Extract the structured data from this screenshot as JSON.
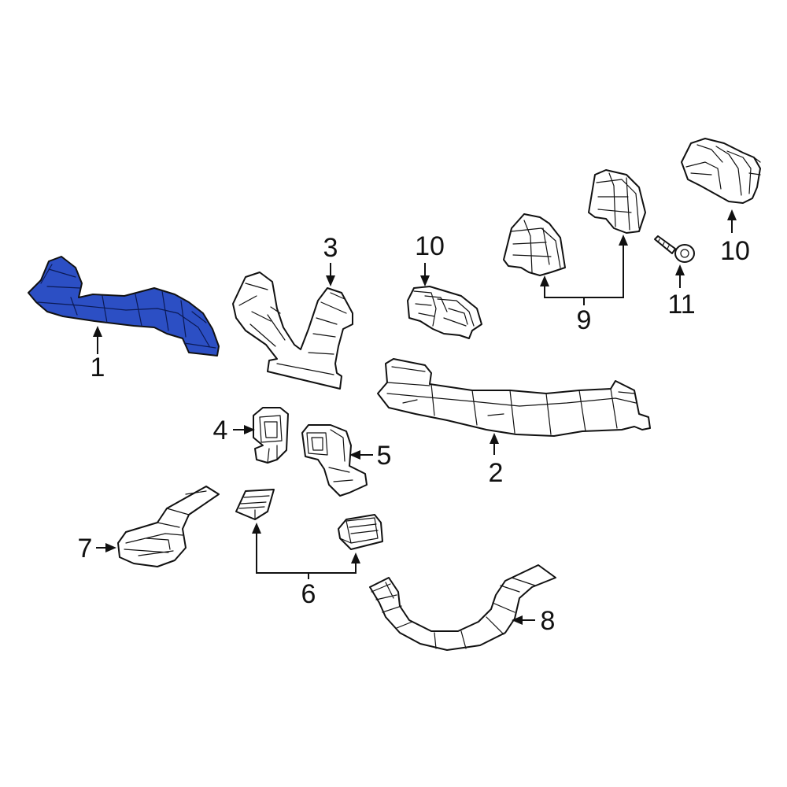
{
  "accent_color": "#2c4fc4",
  "highlighted_part": "1",
  "callouts": {
    "c1": "1",
    "c2": "2",
    "c3": "3",
    "c4": "4",
    "c5": "5",
    "c6": "6",
    "c7": "7",
    "c8": "8",
    "c9": "9",
    "c10a": "10",
    "c10b": "10",
    "c11": "11"
  }
}
